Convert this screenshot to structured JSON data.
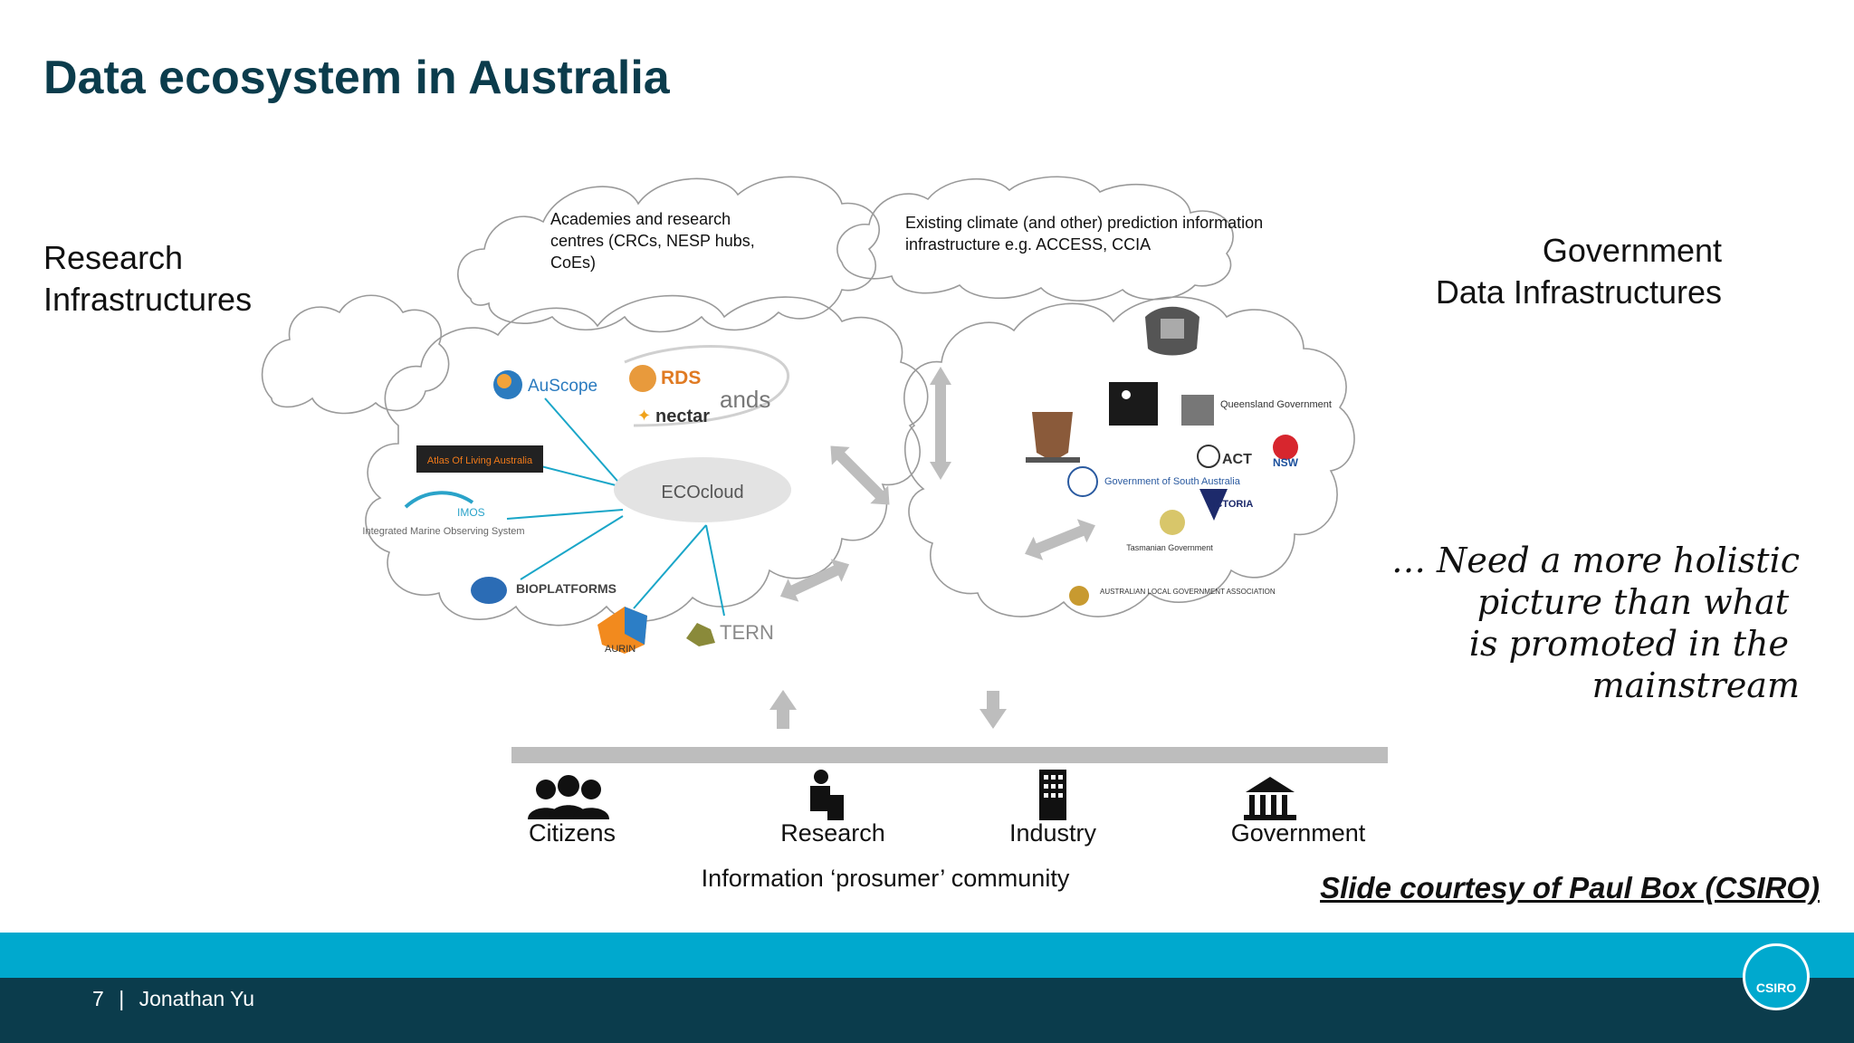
{
  "slide": {
    "title": "Data ecosystem in Australia",
    "left_heading": [
      "Research",
      "Infrastructures"
    ],
    "right_heading": [
      "Government",
      "Data Infrastructures"
    ],
    "quote": [
      "… Need a more holistic",
      "picture than what",
      "is promoted in the",
      "mainstream"
    ],
    "courtesy": "Slide courtesy of Paul Box (CSIRO)",
    "footer": {
      "page": "7",
      "separator": "|",
      "author": "Jonathan Yu",
      "logo": "CSIRO"
    }
  },
  "clouds": {
    "academies": "Academies and research centres  (CRCs, NESP hubs, CoEs)",
    "climate": "Existing climate (and other) prediction information infrastructure e.g. ACCESS, CCIA"
  },
  "research_logos": {
    "hub": "ECOcloud",
    "auscope": "AuScope",
    "rds": "RDS",
    "ands": "ands",
    "nectar": "nectar",
    "ala": "Atlas Of Living Australia",
    "imos": "IMOS",
    "imos_sub": "Integrated Marine Observing System",
    "bioplatforms": "BIOPLATFORMS",
    "aurin": "AURIN",
    "tern": "TERN"
  },
  "gov_logos": {
    "qld": "Queensland Government",
    "act": "ACT",
    "nsw": "NSW",
    "sa": "Government of South Australia",
    "vic": "VICTORIA",
    "tas": "Tasmanian Government",
    "alga": "AUSTRALIAN LOCAL GOVERNMENT ASSOCIATION"
  },
  "community": {
    "groups": [
      "Citizens",
      "Research",
      "Industry",
      "Government"
    ],
    "label": "Information ‘prosumer’ community"
  },
  "colors": {
    "title": "#0b3c4c",
    "footer_cyan": "#00a9ce",
    "footer_dark": "#0b3c4c",
    "connector": "#1aa6c8",
    "arrow": "#bdbdbd"
  }
}
